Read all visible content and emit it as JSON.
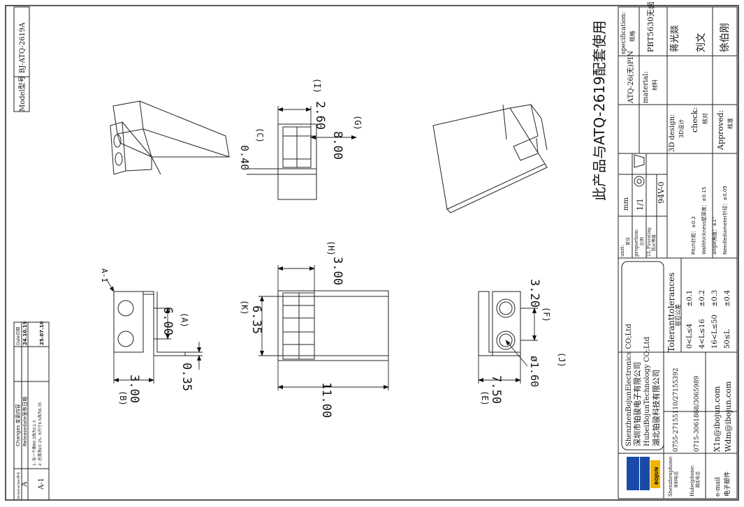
{
  "drawing": {
    "model_label": "Model型号",
    "model_value": "BJ-ATQ-2619A",
    "headline": "此产品与ATQ-2619配套使用",
    "dims": {
      "a": "6.00",
      "a_tag": "(A)",
      "b": "3.00",
      "b_tag": "(B)",
      "thick": "0.35",
      "rev_mark": "A-1",
      "c": "0.40",
      "c_tag": "(C)",
      "i": "2.60",
      "i_tag": "(I)",
      "g": "8.00",
      "g_tag": "(G)",
      "h": "3.00",
      "h_tag": "(H)",
      "k": "6.35",
      "k_tag": "(K)",
      "len": "11.00",
      "f": "3.20",
      "f_tag": "(F)",
      "j": "ø1.60",
      "j_tag": "(J)",
      "e": "7.50",
      "e_tag": "(E)"
    }
  },
  "revision_table": {
    "h_serial": "Serialnumber序号",
    "h_changes": "Changes 变更内容",
    "h_date": "Date日期",
    "sub_release": "Releasedate发布日期",
    "rows": [
      {
        "serial": "A",
        "change_1": "",
        "change_2": "",
        "date": "24.10.19"
      },
      {
        "serial": "A-1",
        "change_1": "1: 有一个角R0.3改为C1.3",
        "change_2": "2: 总宽改¢0.15，K尺寸6.5改为6.35",
        "date": "25.07.10"
      }
    ]
  },
  "title_block": {
    "specification_label": "specification:",
    "specification_cn": "规格",
    "specification_value": "ATQ-26(无)PIN",
    "material_label": "material:",
    "material_cn": "材料",
    "material_value": "PBT5630无卤",
    "design_label": "3D design:",
    "design_cn": "3D设计",
    "design_value": "蒋光燚",
    "check_label": "check:",
    "check_cn": "核对",
    "check_value": "刘文",
    "approved_label": "Approved:",
    "approved_cn": "核准",
    "approved_value": "徐伯刚",
    "unit_label": "unit:",
    "unit_cn": "单位",
    "unit_value": "mm",
    "proportion_label": "proportion:",
    "proportion_cn": "比例",
    "proportion_value": "1/1",
    "ul_label": "UL Firerating",
    "ul_cn": "防火等级",
    "ul_value": "94V-0",
    "tol_title": "Toleranttolerances",
    "tol_cn": "容忍公差",
    "tol_rows": [
      {
        "range": "0<L≤4",
        "value": "±0.1"
      },
      {
        "range": "4<L≤16",
        "value": "±0.2"
      },
      {
        "range": "16<L≤50",
        "value": "±0.3"
      },
      {
        "range": "50≤L",
        "value": "±0.4"
      }
    ],
    "tol_notes": [
      "Pitch针距：±0.2",
      "Wallthickness壁厚度：±0.15",
      "angle角度：±1°",
      "Needlediameter针径：±0.05"
    ],
    "company_lines": [
      "ShenzhenBojunElectronics CO;Ltd",
      "深圳市铂骏电子有限公司",
      "HubeiBojunTechnology CO;Ltd",
      "湖北铂骏科技有限公司"
    ],
    "logo_text": "BOJUN",
    "sz_phone_label": "Shenzhenphone:",
    "sz_phone_cn": "深圳电话",
    "sz_phone": "0755-27155110/27155392",
    "hb_phone_label": "Hubeiphone:",
    "hb_phone_cn": "湖北电话",
    "hb_phone": "0715-3061868/3065989",
    "email_label": "e-mail",
    "email_cn": "电子邮件",
    "email_1": "X1n@ibojun.com",
    "email_2": "Wdm@ibojun.com"
  }
}
